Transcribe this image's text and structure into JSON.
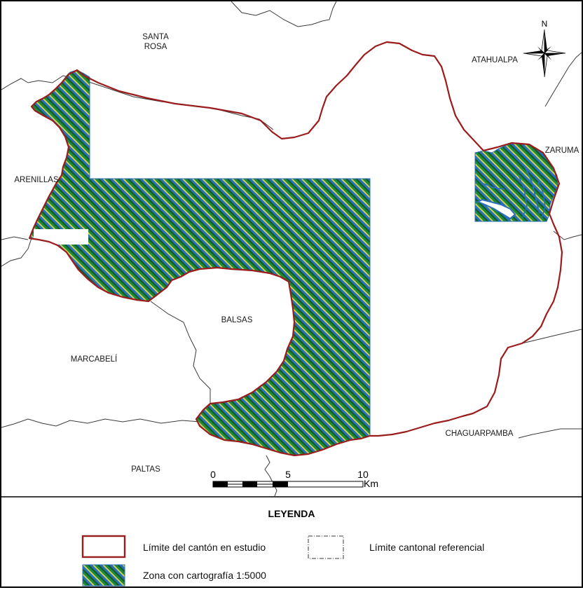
{
  "map": {
    "place_labels": {
      "santa_rosa_1": "SANTA",
      "santa_rosa_2": "ROSA",
      "atahualpa": "ATAHUALPA",
      "zaruma": "ZARUMA",
      "arenillas": "ARENILLAS",
      "balsas": "BALSAS",
      "marcabeli": "MARCABELÍ",
      "chaguarpamba": "CHAGUARPAMBA",
      "paltas": "PALTAS"
    },
    "north_arrow": {
      "icon": "compass-rose-icon",
      "label": "N"
    },
    "scale_bar": {
      "ticks": [
        "0",
        "5",
        "10"
      ],
      "unit": "Km"
    },
    "colors": {
      "canton_boundary": "#9b1c1c",
      "reference_boundary": "#3a3a3a",
      "hatch_green": "#1f8a3b",
      "hatch_blue": "#2b6fb8",
      "hatch_yellow": "#e8e05a"
    }
  },
  "legend": {
    "title": "LEYENDA",
    "items": [
      {
        "label": "Límite del cantón en estudio"
      },
      {
        "label": "Límite cantonal referencial"
      },
      {
        "label": "Zona con cartografía 1:5000"
      }
    ]
  }
}
